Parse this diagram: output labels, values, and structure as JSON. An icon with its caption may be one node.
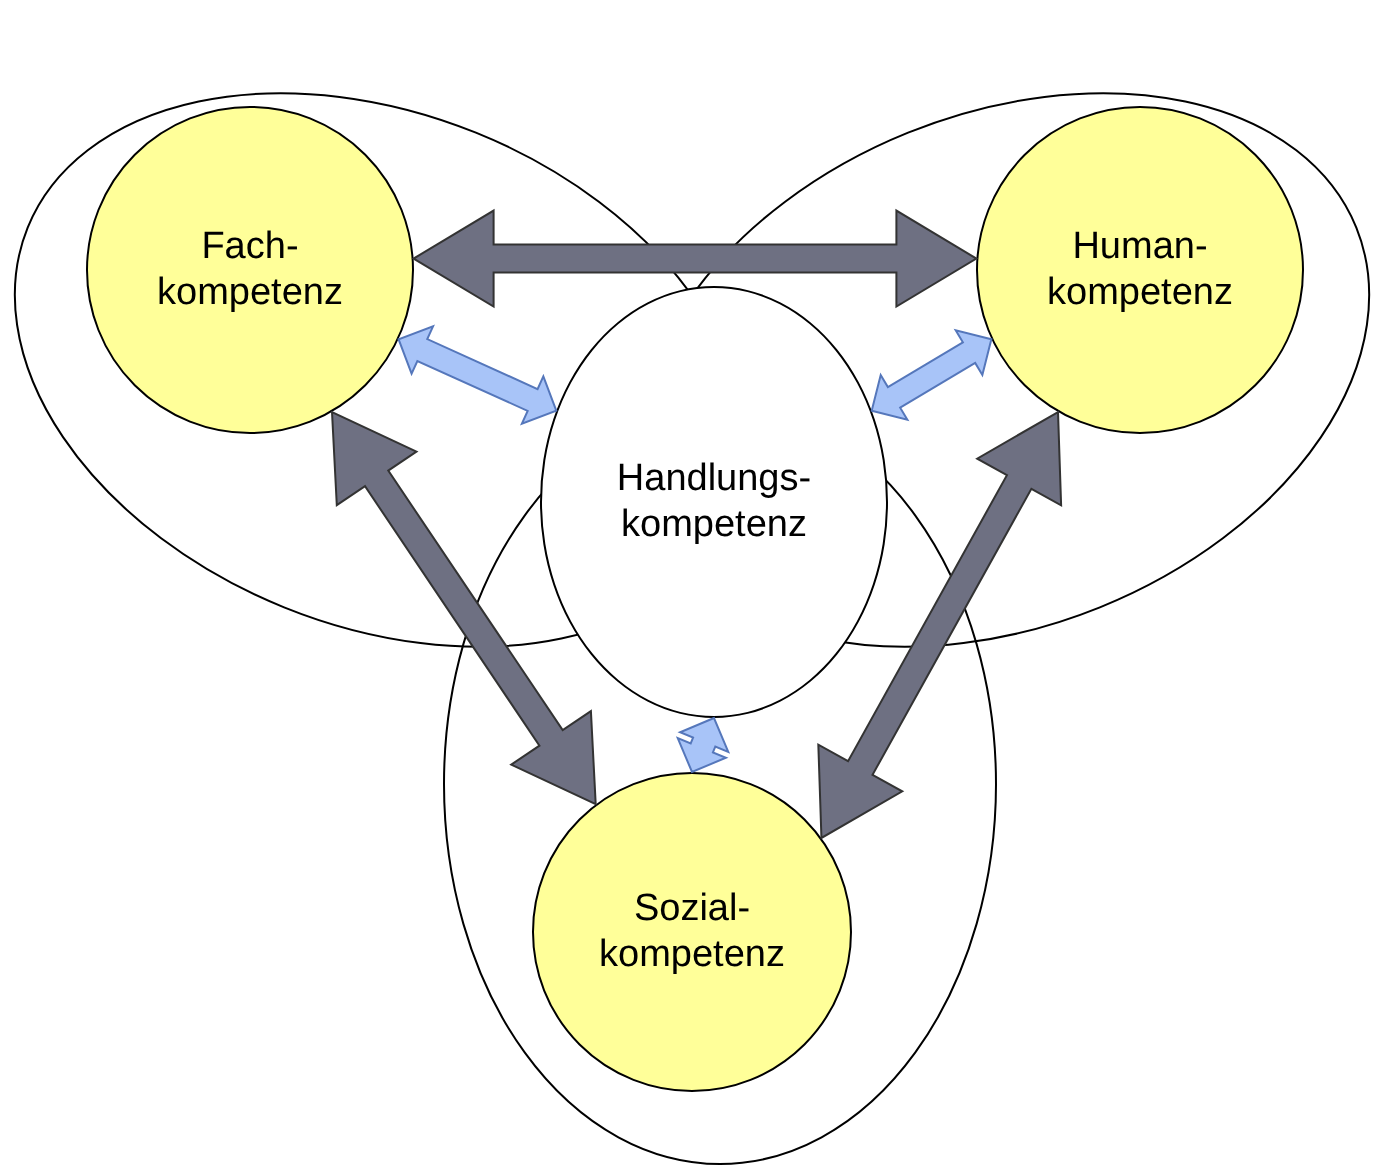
{
  "diagram": {
    "nodes": [
      {
        "text": [
          "Fach- kompetenz"
        ]
      },
      {
        "text": [
          "Human- kompetenz"
        ]
      },
      {
        "text": [
          "Handlungs- kompetenz"
        ]
      },
      {
        "text": [
          "Sozial- kompetenz"
        ]
      }
    ],
    "edges": [
      {
        "from": 0,
        "to": 1,
        "arrow": "both",
        "style": "thick"
      },
      {
        "from": 0,
        "to": 3,
        "arrow": "both",
        "style": "thick"
      },
      {
        "from": 1,
        "to": 3,
        "arrow": "both",
        "style": "thick"
      },
      {
        "from": 0,
        "to": 2,
        "arrow": "both",
        "color": "#a8c4f8"
      },
      {
        "from": 1,
        "to": 2,
        "arrow": "both",
        "color": "#a8c4f8"
      },
      {
        "from": 2,
        "to": 3,
        "arrow": "both",
        "color": "#a8c4f8"
      }
    ]
  }
}
